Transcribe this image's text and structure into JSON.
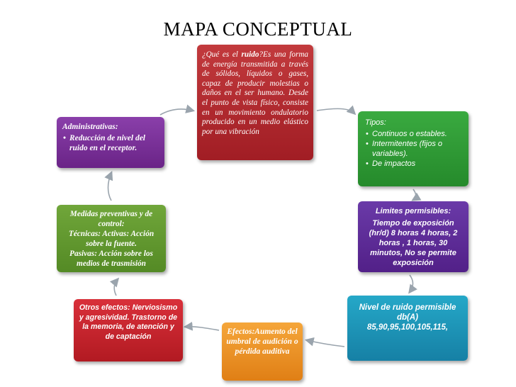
{
  "title": "MAPA CONCEPTUAL",
  "center": {
    "q_prefix": "¿Qué es el ",
    "q_word": "ruido",
    "q_suffix": "?",
    "body": "Es una forma de energía transmitida a través de sólidos, líquidos o gases, capaz de producir molestias o daños en el ser humano. Desde el punto de vista físico, consiste en un movimiento ondulatorio producido en un medio elástico por una vibración"
  },
  "admin": {
    "heading": "Administrativas:",
    "items": [
      "Reducción de nivel del ruido en el receptor."
    ]
  },
  "tipos": {
    "heading": "Tipos:",
    "items": [
      "Continuos o estables.",
      "Intermitentes (fijos o variables).",
      "De impactos"
    ]
  },
  "medidas": {
    "line1": "Medidas preventivas y de control:",
    "line2": "Técnicas: Activas: Acción sobre la fuente.",
    "line3": "Pasivas: Acción sobre los medios de trasmisión"
  },
  "limites": {
    "heading": "Limites permisibles:",
    "body": "Tiempo de exposición (hr/d) 8 horas 4 horas, 2 horas , 1 horas, 30 minutos, No se permite exposición"
  },
  "nivel": {
    "line1": "Nivel de ruido permisible db(A)",
    "line2": "85,90,95,100,105,115,"
  },
  "efectos": {
    "text": "Efectos:Aumento del umbral de audición o pérdida auditiva"
  },
  "otros": {
    "text": "Otros efectos: Nerviosismo y agresividad. Trastorno de la memoria, de atención y de captación"
  },
  "colors": {
    "center": "#a11d24",
    "admin": "#6a2487",
    "tipos": "#258a2b",
    "medidas": "#548a25",
    "limites": "#522088",
    "nivel": "#1680a5",
    "efectos": "#e07f15",
    "otros": "#b21a22",
    "arrow": "#9aa4ad"
  }
}
